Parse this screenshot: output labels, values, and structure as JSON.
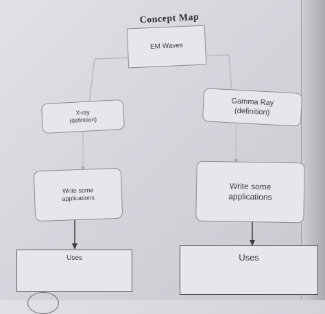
{
  "diagram": {
    "title": "Concept Map",
    "nodes": {
      "root": {
        "label": "EM Waves"
      },
      "xray": {
        "line1": "X-ray",
        "line2": "(definition)"
      },
      "gamma": {
        "line1": "Gamma Ray",
        "line2": "(definition)"
      },
      "app_left": {
        "line1": "Write some",
        "line2": "applications"
      },
      "app_right": {
        "line1": "Write some",
        "line2": "applications"
      },
      "uses_left": {
        "label": "Uses"
      },
      "uses_right": {
        "label": "Uses"
      }
    },
    "edges": [
      {
        "from": "root",
        "to": "xray"
      },
      {
        "from": "root",
        "to": "gamma"
      },
      {
        "from": "xray",
        "to": "app_left"
      },
      {
        "from": "gamma",
        "to": "app_right"
      },
      {
        "from": "app_left",
        "to": "uses_left"
      },
      {
        "from": "app_right",
        "to": "uses_right"
      }
    ],
    "colors": {
      "line_light": "#b9b8bf",
      "line_dark": "#3a3a40",
      "box_fill": "#e7e6ec"
    }
  }
}
